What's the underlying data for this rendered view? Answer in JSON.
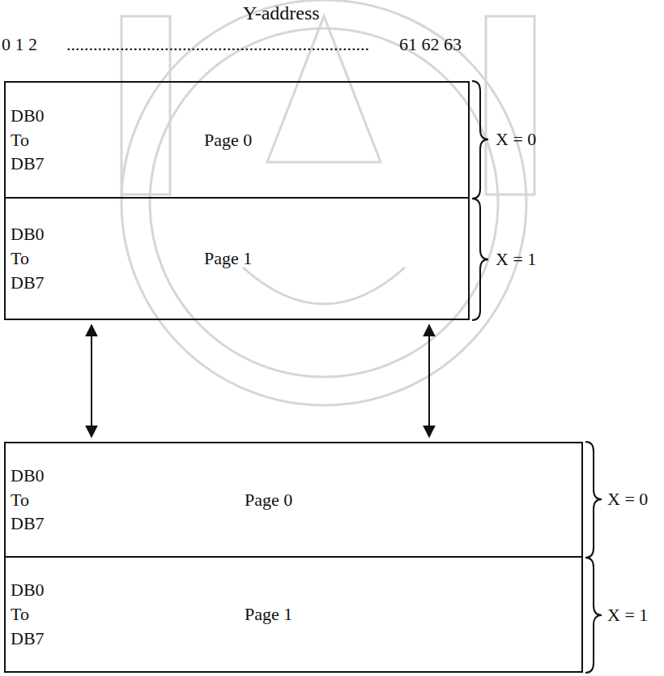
{
  "diagram": {
    "nodes": [
      {
        "text": [
          "DB0 To DB7",
          "Page 0"
        ]
      },
      {
        "text": [
          "DB0 To DB7",
          "Page 1"
        ]
      },
      {
        "text": [
          "DB0 To DB7",
          "Page 0"
        ]
      },
      {
        "text": [
          "DB0 To DB7",
          "Page 1"
        ]
      }
    ],
    "edges": [
      {
        "from": 1,
        "to": 2,
        "arrow": "both"
      },
      {
        "from": 1,
        "to": 2,
        "arrow": "both"
      }
    ],
    "labels": [
      "Y-address",
      "0 1 2",
      "....................................................................",
      "61 62 63",
      "X = 0",
      "X = 1",
      "X = 0",
      "X = 1"
    ]
  }
}
